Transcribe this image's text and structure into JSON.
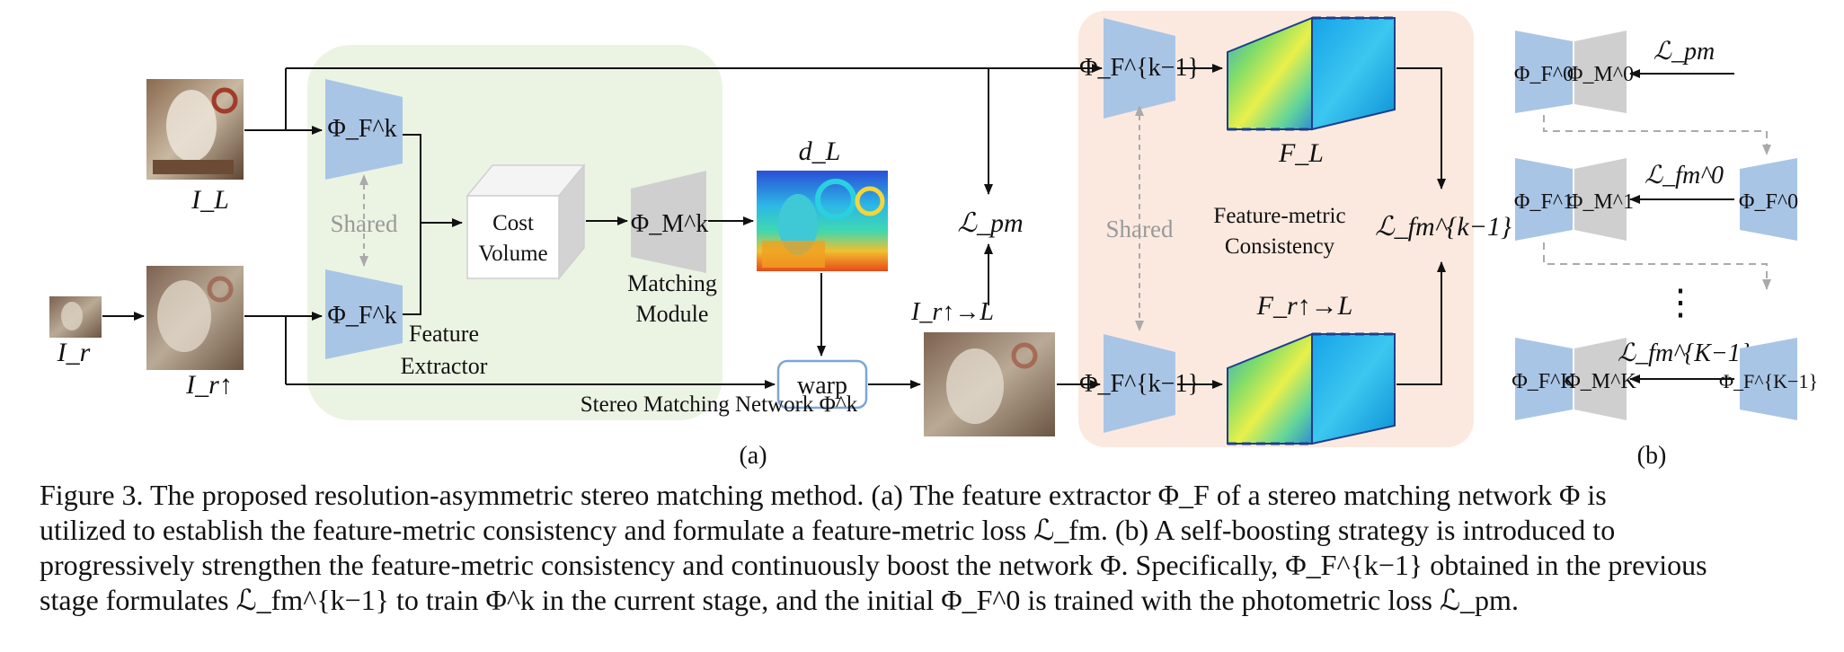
{
  "diagram": {
    "labels": {
      "phi_f_k": "Φ_F^k",
      "phi_f_km1": "Φ_F^{k−1}",
      "phi_m_k": "Φ_M^k",
      "shared": "Shared",
      "cost_volume": [
        "Cost",
        "Volume"
      ],
      "matching_module": [
        "Matching",
        "Module"
      ],
      "feature_extractor": [
        "Feature",
        "Extractor"
      ],
      "stereo_matching_network": "Stereo Matching Network Φ^k",
      "d_l": "d_L",
      "i_l": "I_L",
      "i_r": "I_r",
      "i_r_up": "I_r↑",
      "i_r_up_to_l": "I_r↑→L",
      "warp": "warp",
      "l_pm": "ℒ_pm",
      "f_l": "F_L",
      "f_r_up_to_l": "F_r↑→L",
      "feature_metric_consistency": [
        "Feature-metric",
        "Consistency"
      ],
      "l_fm_km1": "ℒ_fm^{k−1}",
      "panel_a": "(a)",
      "panel_b": "(b)"
    },
    "panel_b": {
      "rows": [
        {
          "enc": "Φ_F^0",
          "dec": "Φ_M^0",
          "loss": "ℒ_pm",
          "teacher": ""
        },
        {
          "enc": "Φ_F^1",
          "dec": "Φ_M^1",
          "loss": "ℒ_fm^0",
          "teacher": "Φ_F^0"
        },
        {
          "enc": "Φ_F^K",
          "dec": "Φ_M^K",
          "loss": "ℒ_fm^{K−1}",
          "teacher": "Φ_F^{K−1}"
        }
      ],
      "ellipsis": "⋮"
    }
  },
  "caption": {
    "lines": [
      "Figure 3.  The proposed resolution-asymmetric stereo matching method.  (a) The feature extractor Φ_F of a stereo matching network Φ is",
      "utilized to establish the feature-metric consistency and formulate a feature-metric loss ℒ_fm. (b) A self-boosting strategy is introduced to",
      "progressively strengthen the feature-metric consistency and continuously boost the network Φ. Specifically, Φ_F^{k−1} obtained in the previous",
      "stage formulates ℒ_fm^{k−1} to train Φ^k in the current stage, and the initial Φ_F^0 is trained with the photometric loss ℒ_pm."
    ]
  },
  "colors": {
    "encoder_blue": "#a9c5e6",
    "decoder_gray": "#cfcfcf",
    "green_panel": "#ebf4e3",
    "orange_panel": "#fbe9df",
    "warp_border": "#7fa5d6",
    "arrow": "#111111",
    "dashed_gray": "#aaaaaa"
  }
}
